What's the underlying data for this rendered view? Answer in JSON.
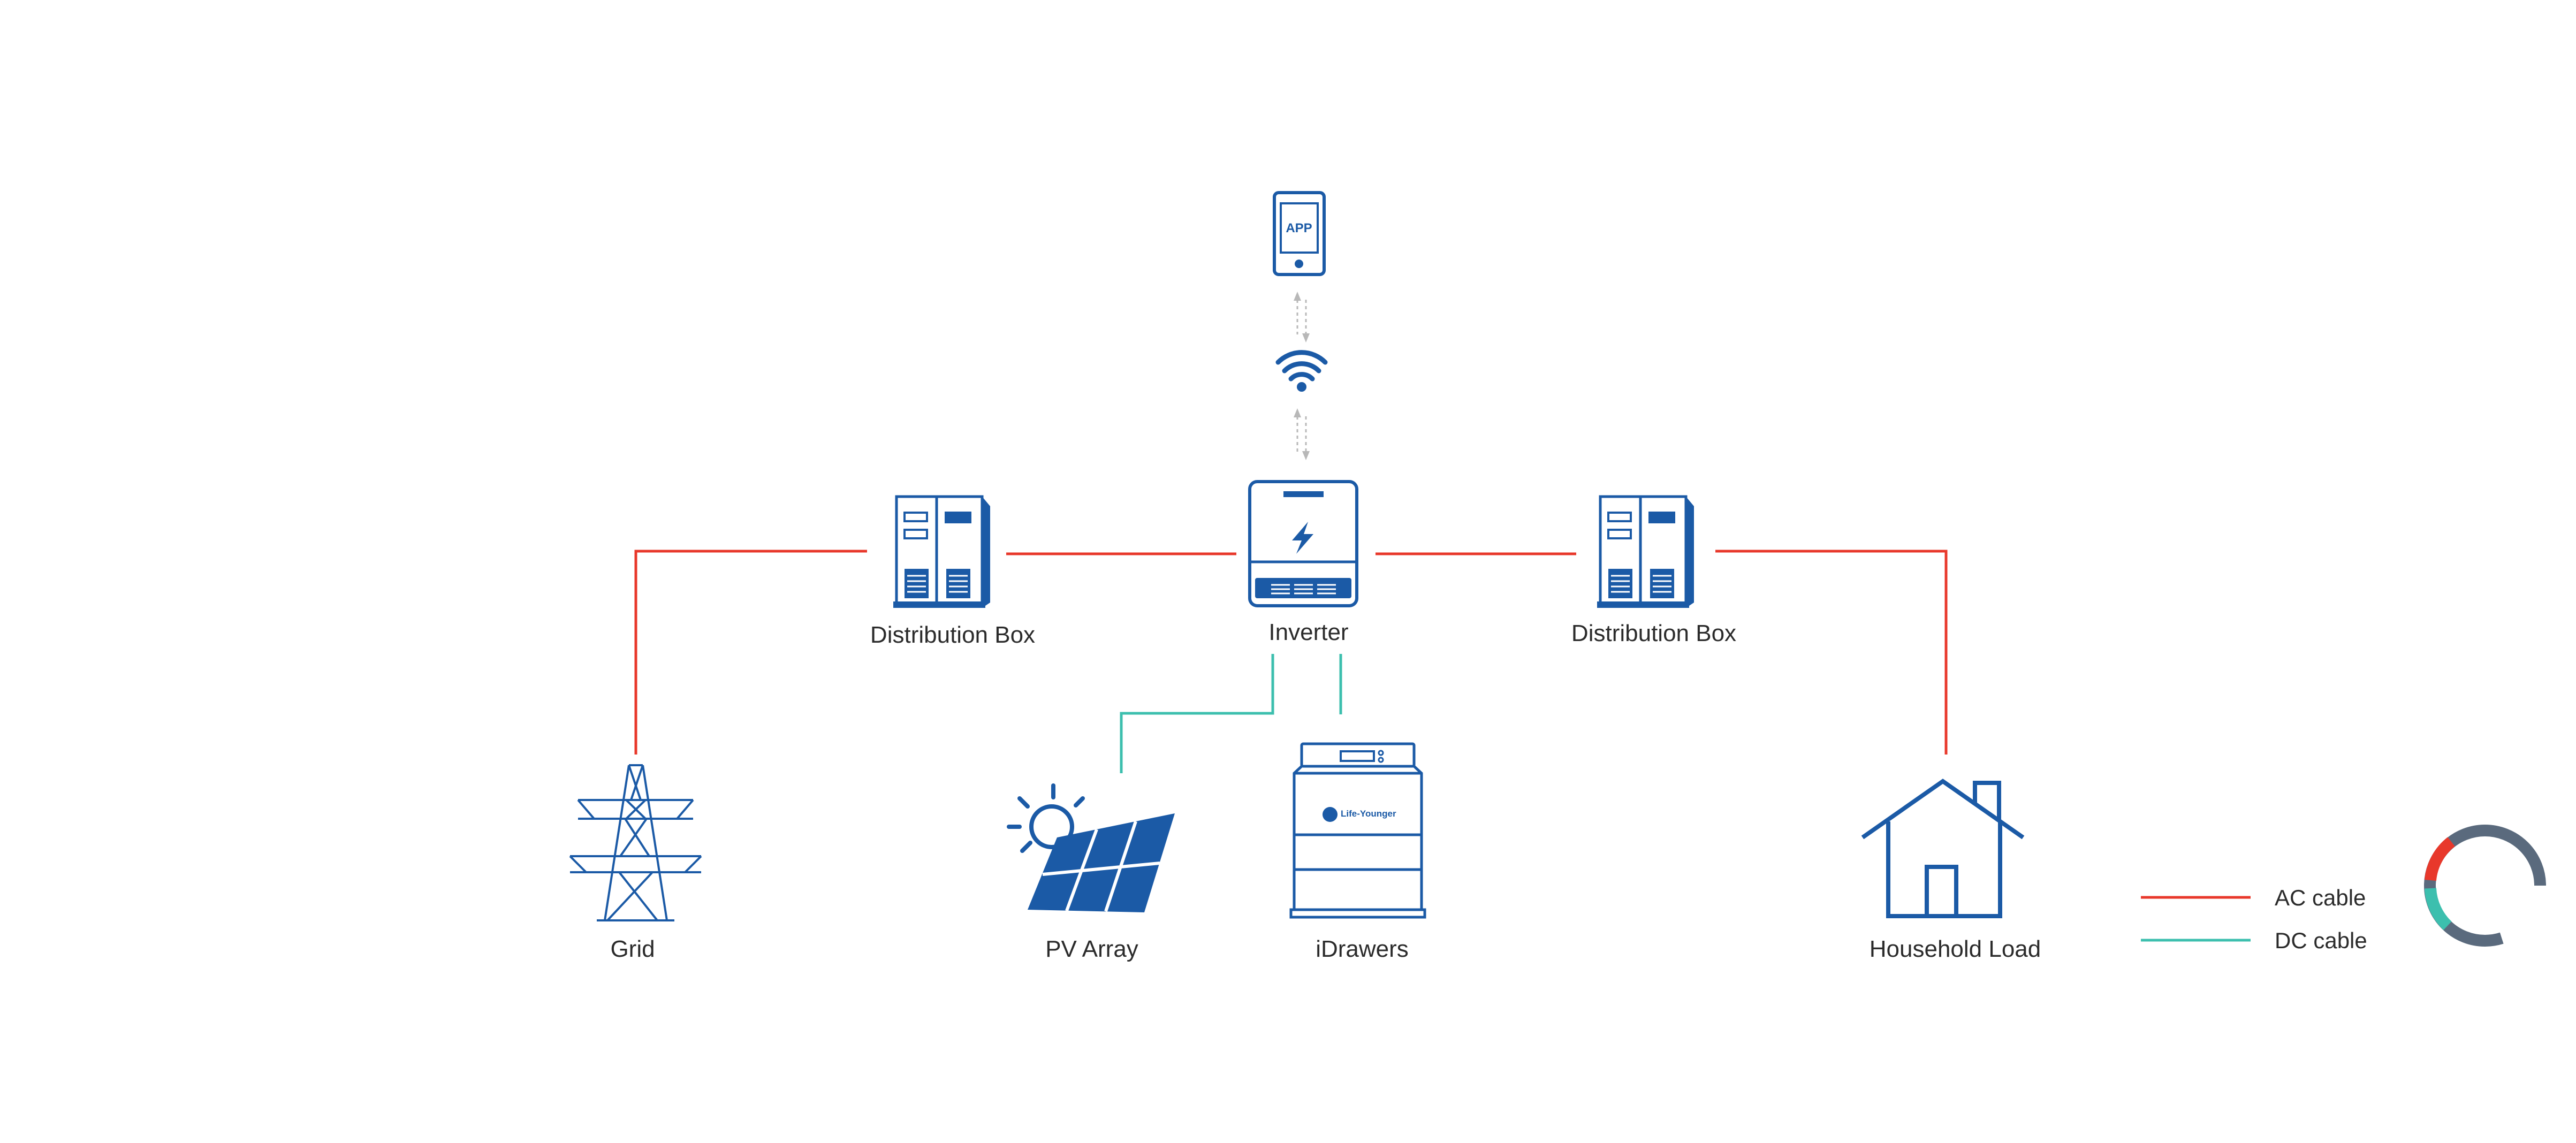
{
  "nodes": {
    "app": {
      "screen_text": "APP"
    },
    "inverter": {
      "label": "Inverter"
    },
    "distribution_box_left": {
      "label": "Distribution Box"
    },
    "distribution_box_right": {
      "label": "Distribution Box"
    },
    "grid": {
      "label": "Grid"
    },
    "pv_array": {
      "label": "PV Array"
    },
    "idrawers": {
      "label": "iDrawers",
      "logo_text": "Life-Younger"
    },
    "household_load": {
      "label": "Household Load"
    }
  },
  "legend": [
    {
      "name": "AC cable",
      "color": "#e8382b"
    },
    {
      "name": "DC cable",
      "color": "#3cbfae"
    }
  ],
  "colors": {
    "device": "#1b5aa6",
    "ac_cable": "#e8382b",
    "dc_cable": "#3cbfae",
    "signal": "#b8b8b8",
    "ring_main": "#5a6a7d",
    "ring_red": "#e8382b",
    "ring_teal": "#3cbfae"
  }
}
